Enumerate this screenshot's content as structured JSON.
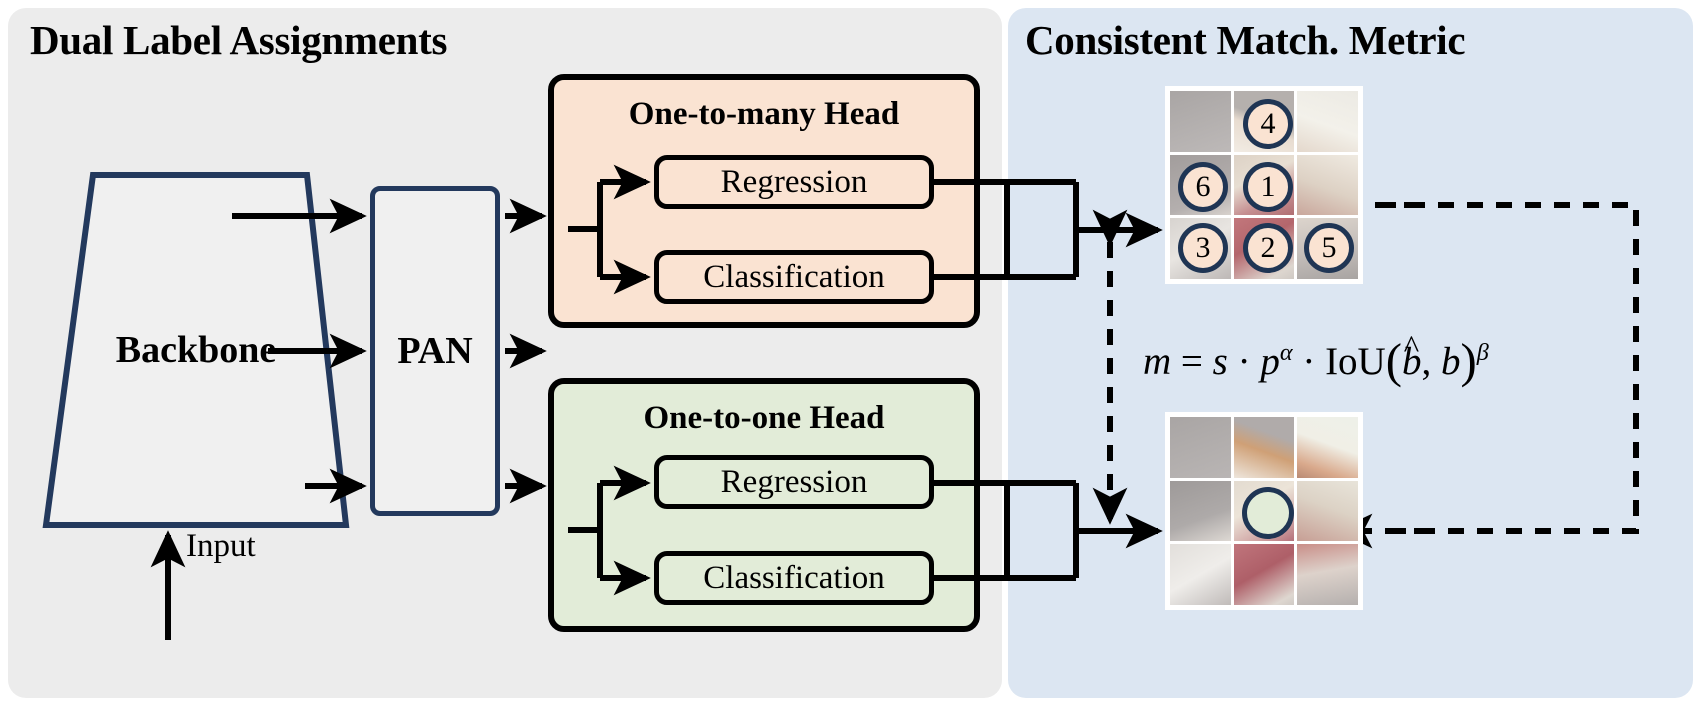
{
  "panels": {
    "left": {
      "title": "Dual Label Assignments",
      "bg": "#ececec"
    },
    "right": {
      "title": "Consistent Match. Metric",
      "bg": "#dce6f2"
    }
  },
  "pipeline": {
    "input_label": "Input",
    "backbone_label": "Backbone",
    "pan_label": "PAN"
  },
  "heads": [
    {
      "id": "one-to-many",
      "title": "One-to-many Head",
      "color": "#fae3d2",
      "branches": [
        {
          "label": "Regression"
        },
        {
          "label": "Classification"
        }
      ]
    },
    {
      "id": "one-to-one",
      "title": "One-to-one Head",
      "color": "#e2ecd8",
      "branches": [
        {
          "label": "Regression"
        },
        {
          "label": "Classification"
        }
      ]
    }
  ],
  "metric": {
    "formula_plain": "m = s · p^α · IoU(b̂, b)^β",
    "lhs": "m",
    "eq": "=",
    "s": "s",
    "dot": "·",
    "p": "p",
    "alpha": "α",
    "iou": "IoU",
    "b_hat": "b",
    "hat": "^",
    "comma": ",",
    "b": "b",
    "beta": "β"
  },
  "grids": {
    "top": {
      "name": "one-to-many-assignment-grid",
      "circle_fill": "#fae3d2",
      "circle_stroke": "#1f3554",
      "cells": [
        {
          "row": 0,
          "col": 0,
          "label": ""
        },
        {
          "row": 0,
          "col": 1,
          "label": "4"
        },
        {
          "row": 0,
          "col": 2,
          "label": ""
        },
        {
          "row": 1,
          "col": 0,
          "label": "6"
        },
        {
          "row": 1,
          "col": 1,
          "label": "1"
        },
        {
          "row": 1,
          "col": 2,
          "label": ""
        },
        {
          "row": 2,
          "col": 0,
          "label": "3"
        },
        {
          "row": 2,
          "col": 1,
          "label": "2"
        },
        {
          "row": 2,
          "col": 2,
          "label": "5"
        }
      ]
    },
    "bottom": {
      "name": "one-to-one-assignment-grid",
      "circle_fill": "#e2ecd8",
      "circle_stroke": "#1f3554",
      "cells": [
        {
          "row": 0,
          "col": 0,
          "label": ""
        },
        {
          "row": 0,
          "col": 1,
          "label": ""
        },
        {
          "row": 0,
          "col": 2,
          "label": ""
        },
        {
          "row": 1,
          "col": 0,
          "label": ""
        },
        {
          "row": 1,
          "col": 1,
          "label": ""
        },
        {
          "row": 1,
          "col": 2,
          "label": ""
        },
        {
          "row": 2,
          "col": 0,
          "label": ""
        },
        {
          "row": 2,
          "col": 1,
          "label": ""
        },
        {
          "row": 2,
          "col": 2,
          "label": ""
        }
      ]
    }
  },
  "colors": {
    "navy": "#23395d",
    "circle_stroke": "#1f3554",
    "line": "#000000",
    "backbone_fill": "#f0f0f0"
  }
}
